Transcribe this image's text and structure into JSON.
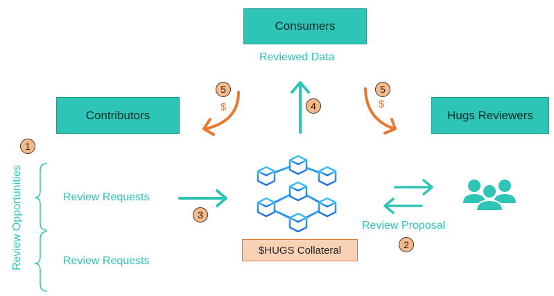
{
  "boxes": {
    "consumers": "Consumers",
    "contributors": "Contributors",
    "reviewers": "Hugs Reviewers"
  },
  "labels": {
    "reviewed_data": "Reviewed Data",
    "review_requests_1": "Review Requests",
    "review_requests_2": "Review Requests",
    "review_proposal": "Review Proposal",
    "review_opportunities": "Review Opportunities",
    "collateral": "$HUGS Collateral"
  },
  "badges": {
    "b1": "1",
    "b2": "2",
    "b3": "3",
    "b4": "4",
    "b5_left": "5",
    "b5_right": "5"
  },
  "dollars": {
    "left": "$",
    "right": "$"
  },
  "colors": {
    "teal": "#2ec4b6",
    "orange": "#e8782f",
    "blue": "#1e90ff",
    "badge_fill": "#f5b98a"
  },
  "icons": {
    "network": "network-cubes-icon",
    "people": "people-group-icon"
  }
}
